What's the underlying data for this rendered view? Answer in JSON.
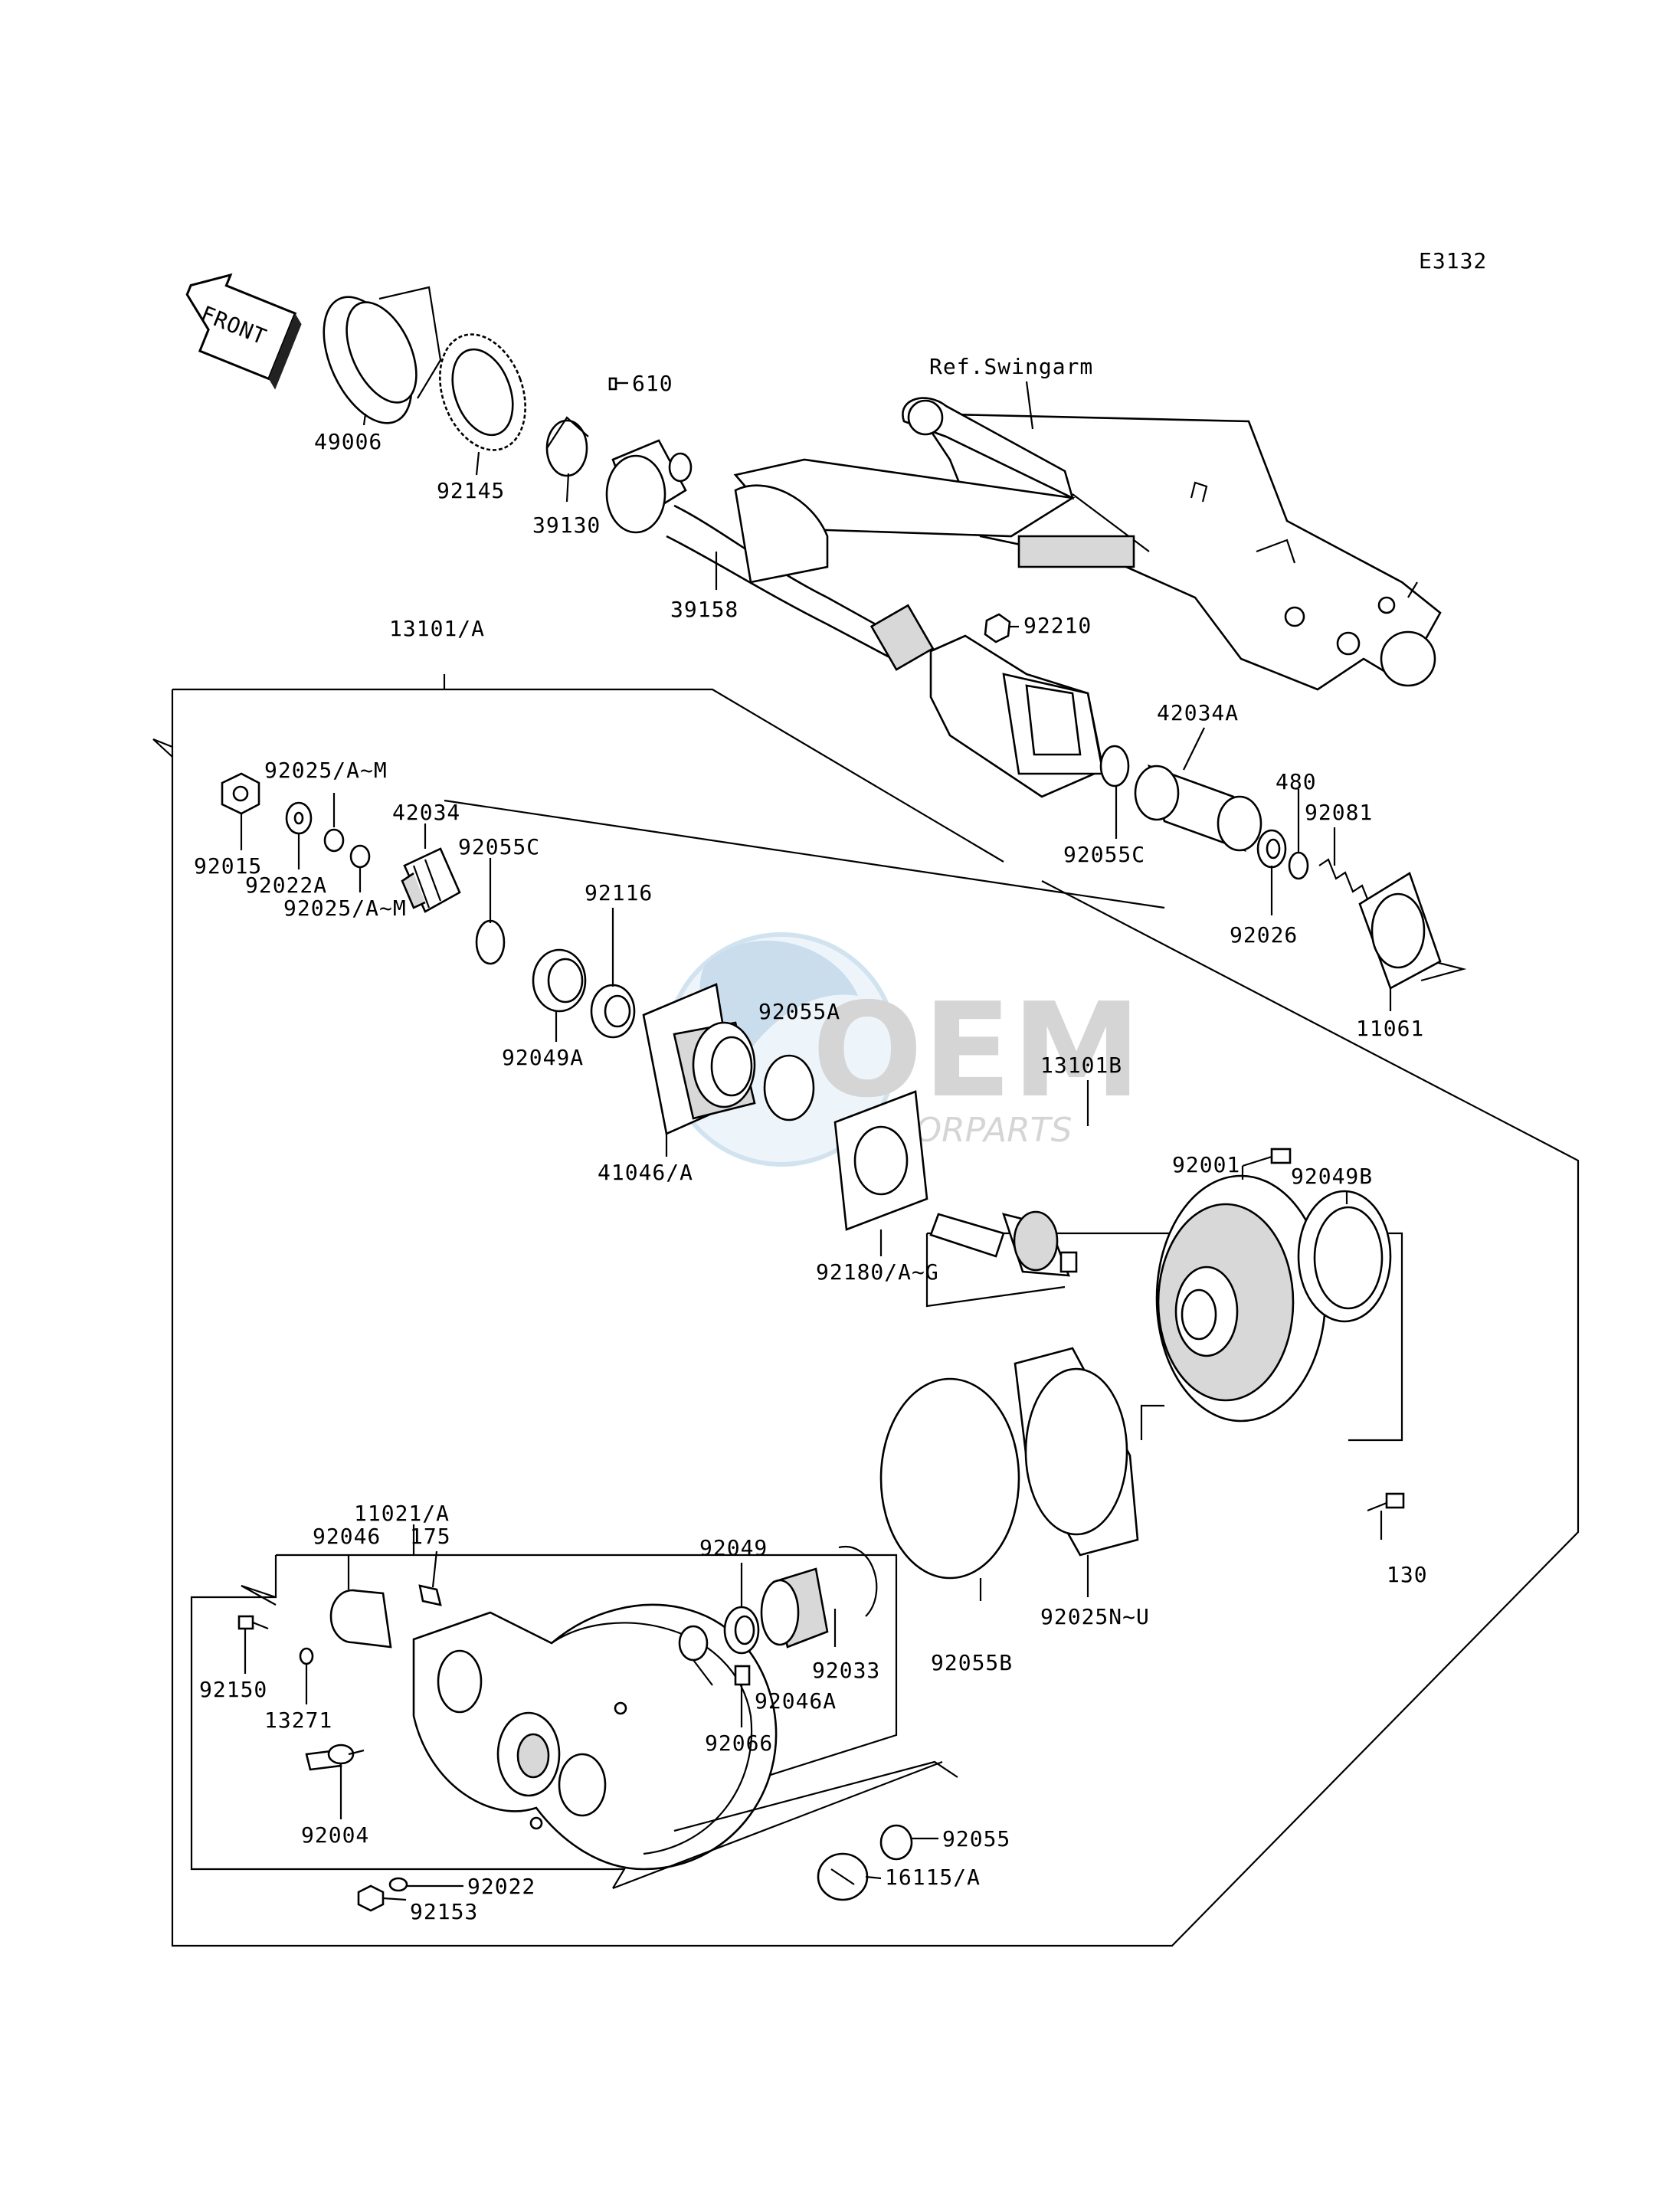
{
  "diagram_code": "E3132",
  "front_arrow_label": "FRONT",
  "watermark": {
    "brand": "OEM",
    "sub": "MOTORPARTS"
  },
  "ref_label": "Ref.Swingarm",
  "parts": {
    "p49006": "49006",
    "p92145": "92145",
    "p610": "610",
    "p39130": "39130",
    "p39158": "39158",
    "p92210": "92210",
    "p13101A": "13101/A",
    "p42034A": "42034A",
    "p92025AM_top": "92025/A~M",
    "p42034": "42034",
    "p480": "480",
    "p92081": "92081",
    "p92015": "92015",
    "p92055C_a": "92055C",
    "p92055C_b": "92055C",
    "p92022A": "92022A",
    "p92025AM_mid": "92025/A~M",
    "p92116": "92116",
    "p92026": "92026",
    "p11061": "11061",
    "p92055A": "92055A",
    "p92049A": "92049A",
    "p13101B": "13101B",
    "p92001": "92001",
    "p41046A": "41046/A",
    "p92049B": "92049B",
    "p92180AG": "92180/A~G",
    "p11021A": "11021/A",
    "p92046": "92046",
    "p175": "175",
    "p92049": "92049",
    "p130": "130",
    "p92025NU": "92025N~U",
    "p92150": "92150",
    "p92033": "92033",
    "p92055B": "92055B",
    "p92046A": "92046A",
    "p13271": "13271",
    "p92066": "92066",
    "p92004": "92004",
    "p92055": "92055",
    "p16115A": "16115/A",
    "p92022": "92022",
    "p92153": "92153"
  }
}
